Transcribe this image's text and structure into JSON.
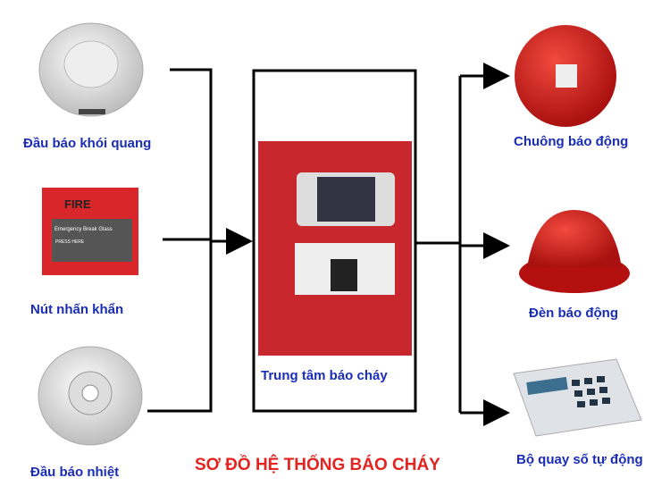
{
  "title": "SƠ ĐỒ HỆ THỐNG BÁO CHÁY",
  "inputs": [
    {
      "label": "Đầu báo khói quang",
      "icon": "smoke-detector"
    },
    {
      "label": "Nút nhấn khẩn",
      "icon": "manual-call-point",
      "device_text": {
        "top": "FIRE",
        "middle": "Emergency Break Glass",
        "press": "PRESS HERE"
      }
    },
    {
      "label": "Đầu báo nhiệt",
      "icon": "heat-detector"
    }
  ],
  "center": {
    "label": "Trung tâm báo cháy",
    "icon": "fire-alarm-control-panel"
  },
  "outputs": [
    {
      "label": "Chuông báo động",
      "icon": "alarm-bell"
    },
    {
      "label": "Đèn báo động",
      "icon": "strobe-light"
    },
    {
      "label": "Bộ quay số tự động",
      "icon": "auto-dialer"
    }
  ],
  "colors": {
    "label": "#1a2db5",
    "title": "#e3231f",
    "device_red": "#d8262a",
    "line": "#000000"
  }
}
